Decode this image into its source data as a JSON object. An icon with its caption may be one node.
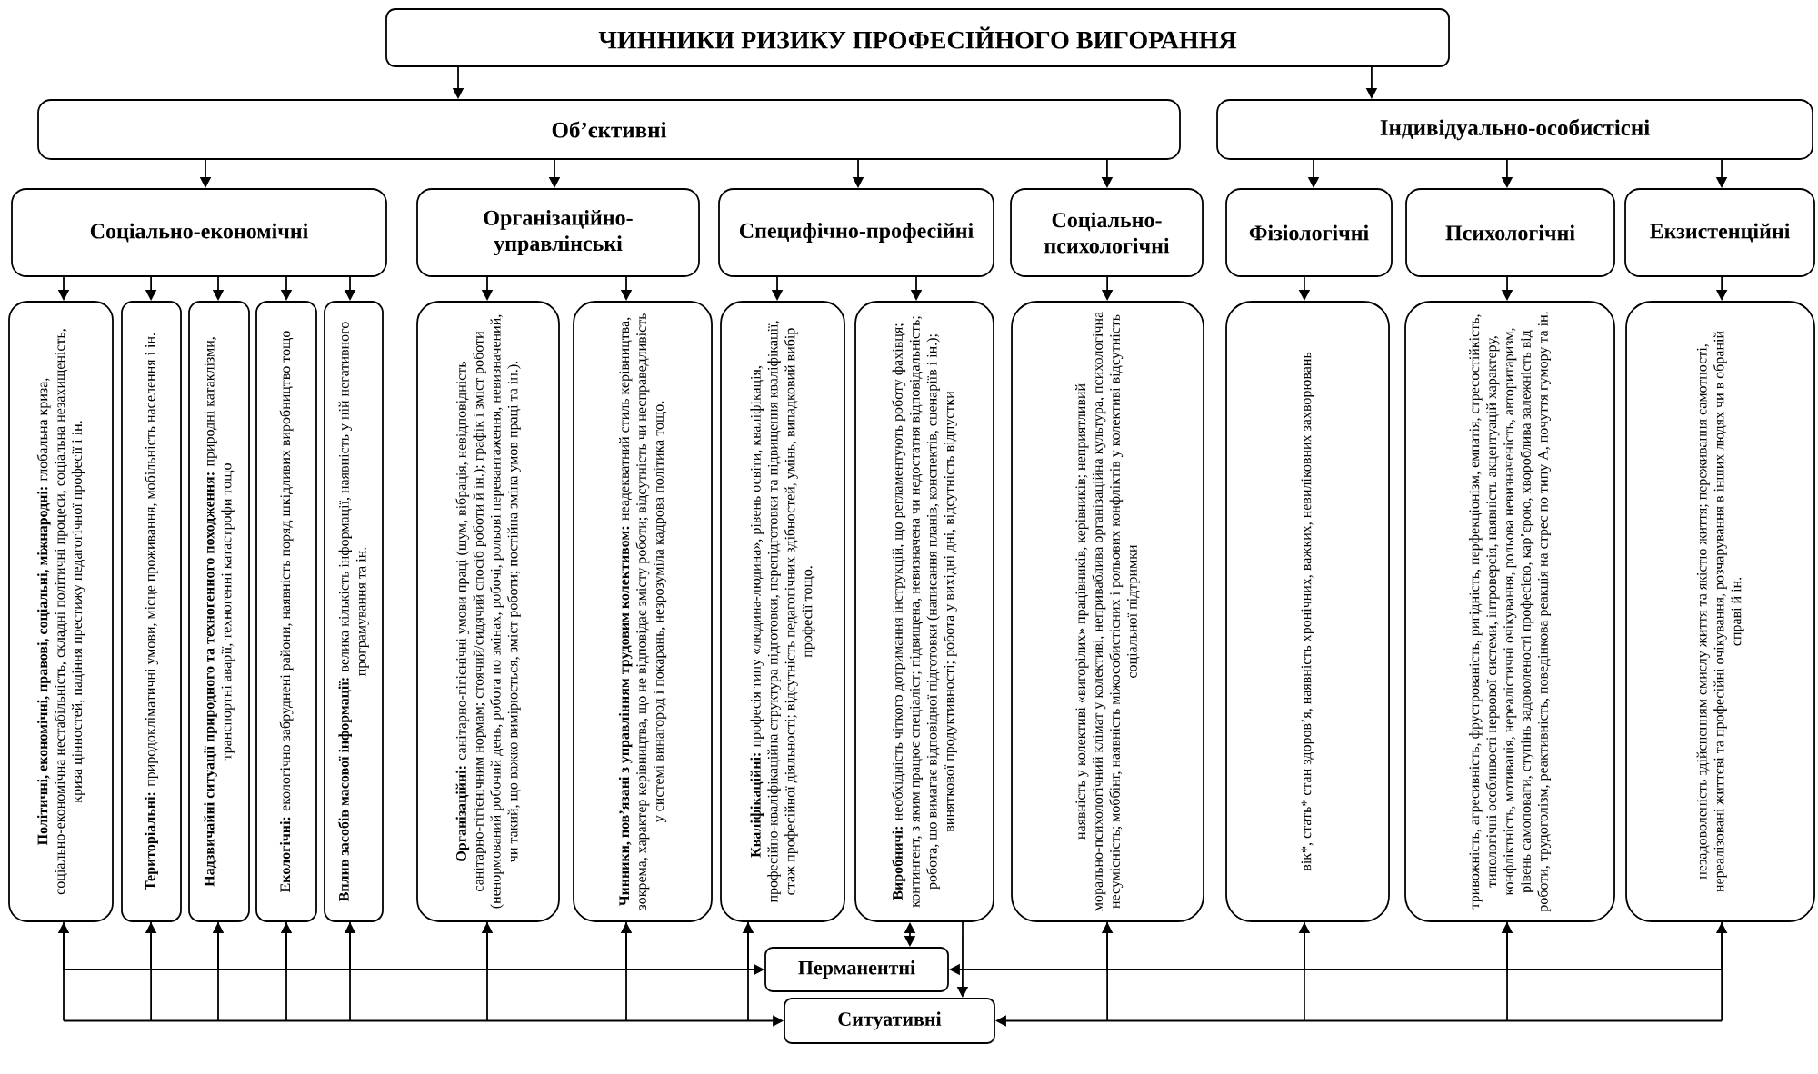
{
  "diagram": {
    "nodes": [
      {
        "text": [
          "ЧИННИКИ РИЗИКУ ПРОФЕСІЙНОГО ВИГОРАННЯ"
        ]
      },
      {
        "text": [
          "Об’єктивні"
        ]
      },
      {
        "text": [
          "Індивідуально-особистісні"
        ]
      },
      {
        "text": [
          "Соціально-економічні"
        ]
      },
      {
        "text": [
          "Організаційно-управлінські"
        ]
      },
      {
        "text": [
          "Специфічно-професійні"
        ]
      },
      {
        "text": [
          "Соціально-психологічні"
        ]
      },
      {
        "text": [
          "Фізіологічні"
        ]
      },
      {
        "text": [
          "Психологічні"
        ]
      },
      {
        "text": [
          "Екзистенційні"
        ]
      },
      {
        "text": [
          "Політичні, економічні, правові, соціальні, міжнародні:",
          "глобальна криза, соціально-економічна нестабільність, складні політичні процеси, соціальна незахищеність, криза цінностей, падіння престижу педагогічної професії і ін."
        ]
      },
      {
        "text": [
          "Територіальні:",
          "природокліматичні умови, місце проживання, мобільність населення і ін."
        ]
      },
      {
        "text": [
          "Надзвичайні ситуації природного та техногенного походження:",
          "природні катаклізми, транспортні аварії, техногенні катастрофи тощо"
        ]
      },
      {
        "text": [
          "Екологічні:",
          "екологічно забруднені райони, наявність поряд шкідливих виробництво тощо"
        ]
      },
      {
        "text": [
          "Вплив засобів масової інформації:",
          "велика кількість інформації, наявність у ній негативного програмування та ін."
        ]
      },
      {
        "text": [
          "Організаційні:",
          "санітарно-гігієнічні умови праці (шум, вібрація, невідповідність санітарно-гігієнічним нормам; стоячий/сидячий спосіб роботи й ін.); графік і зміст роботи (ненормований робочий день, робота по змінах, робочі, рольові перевантаження, невизначений, чи такий, що важко вимірюється, зміст роботи; постійна зміна умов праці та ін.)."
        ]
      },
      {
        "text": [
          "Чинники, пов’язані з управлінням трудовим колективом:",
          "неадекватний стиль керівництва, зокрема, характер керівництва, що не відповідає змісту роботи; відсутність чи несправедливість у системі винагород і покарань, незрозуміла кадрова політика тощо."
        ]
      },
      {
        "text": [
          "Кваліфікаційні:",
          "професія типу «людина-людина», рівень освіти, кваліфікація, професійно-кваліфікаційна структура підготовки, перепідготовки та підвищення кваліфікації, стаж професійної діяльності; відсутність педагогічних здібностей, умінь, випадковий вибір професії тощо."
        ]
      },
      {
        "text": [
          "Виробничі:",
          "необхідність чіткого дотримання інструкцій, що регламентують роботу фахівця; контингент, з яким працює спеціаліст; підвищена, невизначена чи недостатня відповідальність; робота, що вимагає відповідної підготовки (написання планів, конспектів, сценаріїв і ін.); виняткової продуктивності; робота у вихідні дні, відсутність відпустки"
        ]
      },
      {
        "text": [
          "наявність у колективі «вигорілих» працівників, керівників; неприятливий морально-психологічний клімат у колективі, неприваблива організаційна культура, психологічна несумісність; моббінг, наявність міжособистісних і рольових конфліктів у колективі відсутність соціальної підтримки"
        ]
      },
      {
        "text": [
          "вік*, стать* стан здоров’я, наявність хронічних, важких, невиліковних захворювань"
        ]
      },
      {
        "text": [
          "тривожність, агресивність, фрустрованість, ригідність, перфекціонізм, емпатія, стресостійкість, типологічні особливості нервової системи, інтроверсія, наявність акцентуацій характеру, конфліктність, мотивація, нереалістичні очікування, рольова невизначеність, авторитаризм, рівень самоповаги, ступінь задоволеності професією, кар’єрою, хвороблива залежність від роботи, трудоголізм, реактивність, поведінкова реакція на стрес по типу А, почуття гумору та ін."
        ]
      },
      {
        "text": [
          "незадоволеність здійсненням смислу життя та якістю життя; переживання самотності, нереалізовані життєві та професійні очікування, розчарування в інших людях чи в обраній справі й ін."
        ]
      },
      {
        "text": [
          "Перманентні"
        ]
      },
      {
        "text": [
          "Ситуативні"
        ]
      }
    ],
    "edges": [
      {
        "from": 0,
        "to": 1,
        "arrow": "to"
      },
      {
        "from": 0,
        "to": 2,
        "arrow": "to"
      },
      {
        "from": 1,
        "to": 3,
        "arrow": "to"
      },
      {
        "from": 1,
        "to": 4,
        "arrow": "to"
      },
      {
        "from": 1,
        "to": 5,
        "arrow": "to"
      },
      {
        "from": 1,
        "to": 6,
        "arrow": "to"
      },
      {
        "from": 2,
        "to": 7,
        "arrow": "to"
      },
      {
        "from": 2,
        "to": 8,
        "arrow": "to"
      },
      {
        "from": 2,
        "to": 9,
        "arrow": "to"
      },
      {
        "from": 3,
        "to": 10,
        "arrow": "to"
      },
      {
        "from": 3,
        "to": 11,
        "arrow": "to"
      },
      {
        "from": 3,
        "to": 12,
        "arrow": "to"
      },
      {
        "from": 3,
        "to": 13,
        "arrow": "to"
      },
      {
        "from": 3,
        "to": 14,
        "arrow": "to"
      },
      {
        "from": 4,
        "to": 15,
        "arrow": "to"
      },
      {
        "from": 4,
        "to": 16,
        "arrow": "to"
      },
      {
        "from": 5,
        "to": 17,
        "arrow": "to"
      },
      {
        "from": 5,
        "to": 18,
        "arrow": "to"
      },
      {
        "from": 6,
        "to": 19,
        "arrow": "to"
      },
      {
        "from": 7,
        "to": 20,
        "arrow": "to"
      },
      {
        "from": 8,
        "to": 21,
        "arrow": "to"
      },
      {
        "from": 9,
        "to": 22,
        "arrow": "to"
      },
      {
        "from": 10,
        "to": 23,
        "arrow": "to"
      },
      {
        "from": 11,
        "to": 23,
        "arrow": "to"
      },
      {
        "from": 12,
        "to": 23,
        "arrow": "to"
      },
      {
        "from": 13,
        "to": 23,
        "arrow": "to"
      },
      {
        "from": 14,
        "to": 23,
        "arrow": "to"
      },
      {
        "from": 15,
        "to": 23,
        "arrow": "to"
      },
      {
        "from": 16,
        "to": 23,
        "arrow": "to"
      },
      {
        "from": 17,
        "to": 23,
        "arrow": "to"
      },
      {
        "from": 23,
        "to": 18,
        "arrow": "both"
      },
      {
        "from": 19,
        "to": 23,
        "arrow": "to"
      },
      {
        "from": 20,
        "to": 23,
        "arrow": "to"
      },
      {
        "from": 21,
        "to": 23,
        "arrow": "to"
      },
      {
        "from": 22,
        "to": 23,
        "arrow": "to"
      },
      {
        "from": 24,
        "to": 10,
        "arrow": "both"
      },
      {
        "from": 24,
        "to": 11,
        "arrow": "both"
      },
      {
        "from": 24,
        "to": 12,
        "arrow": "both"
      },
      {
        "from": 24,
        "to": 13,
        "arrow": "both"
      },
      {
        "from": 24,
        "to": 14,
        "arrow": "both"
      },
      {
        "from": 24,
        "to": 15,
        "arrow": "both"
      },
      {
        "from": 24,
        "to": 16,
        "arrow": "both"
      },
      {
        "from": 24,
        "to": 17,
        "arrow": "both"
      },
      {
        "from": 18,
        "to": 24,
        "arrow": "to"
      },
      {
        "from": 24,
        "to": 19,
        "arrow": "both"
      },
      {
        "from": 24,
        "to": 20,
        "arrow": "both"
      },
      {
        "from": 24,
        "to": 21,
        "arrow": "both"
      },
      {
        "from": 24,
        "to": 22,
        "arrow": "both"
      }
    ]
  }
}
